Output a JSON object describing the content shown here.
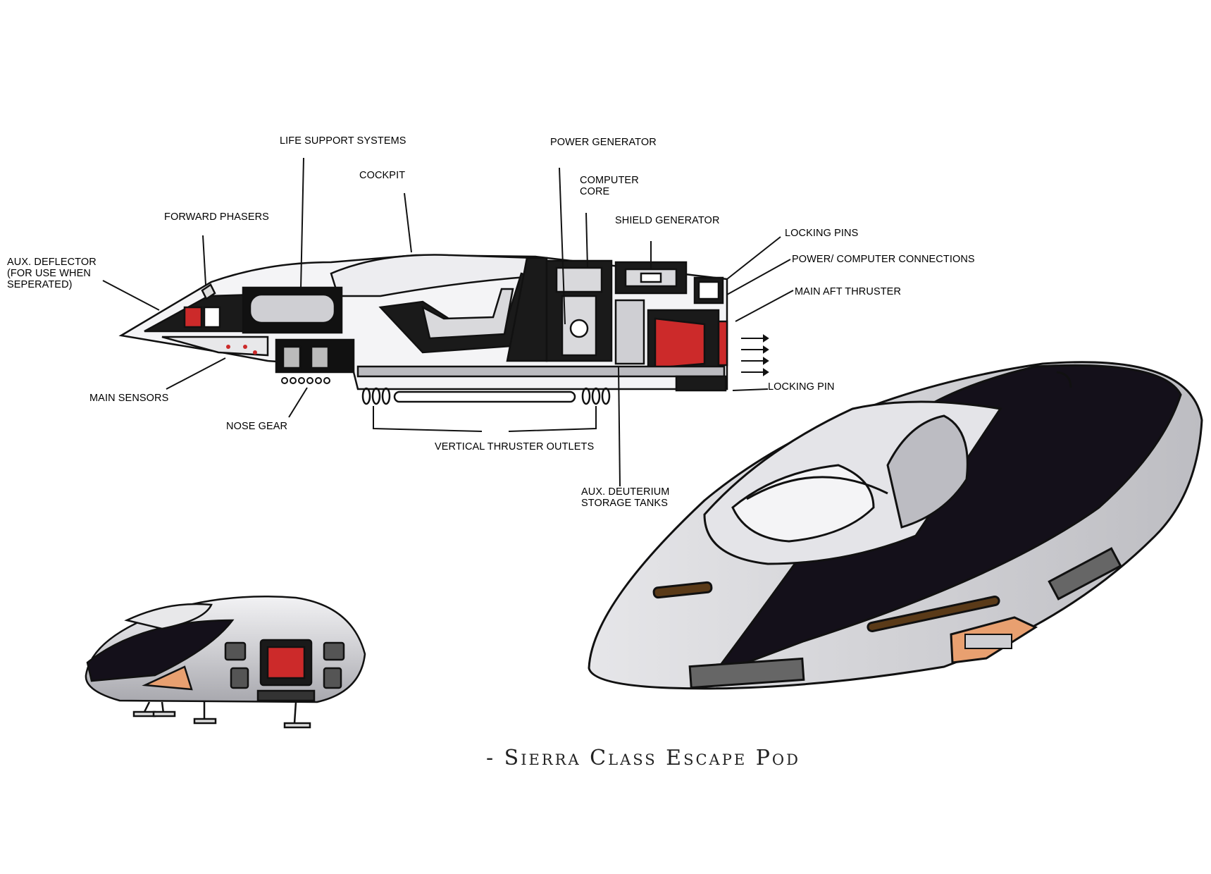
{
  "diagram": {
    "caption": "- Sierra Class Escape Pod",
    "labels": {
      "life_support": "LIFE SUPPORT SYSTEMS",
      "power_generator": "POWER GENERATOR",
      "cockpit": "COCKPIT",
      "computer_core": "COMPUTER\nCORE",
      "shield_generator": "SHIELD GENERATOR",
      "forward_phasers": "FORWARD PHASERS",
      "locking_pins": "LOCKING PINS",
      "aux_deflector": "AUX. DEFLECTOR\n(FOR USE WHEN\nSEPERATED)",
      "power_computer": "POWER/ COMPUTER CONNECTIONS",
      "main_aft_thruster": "MAIN AFT THRUSTER",
      "locking_pin": "LOCKING PIN",
      "main_sensors": "MAIN SENSORS",
      "nose_gear": "NOSE GEAR",
      "vertical_thrusters": "VERTICAL THRUSTER OUTLETS",
      "aux_deuterium": "AUX. DEUTERIUM\nSTORAGE TANKS"
    },
    "colors": {
      "ink": "#111111",
      "hull": "#d9d9dc",
      "stripe": "#14101a",
      "accent_red": "#cc2a2a",
      "accent_orange": "#e8a070"
    }
  }
}
